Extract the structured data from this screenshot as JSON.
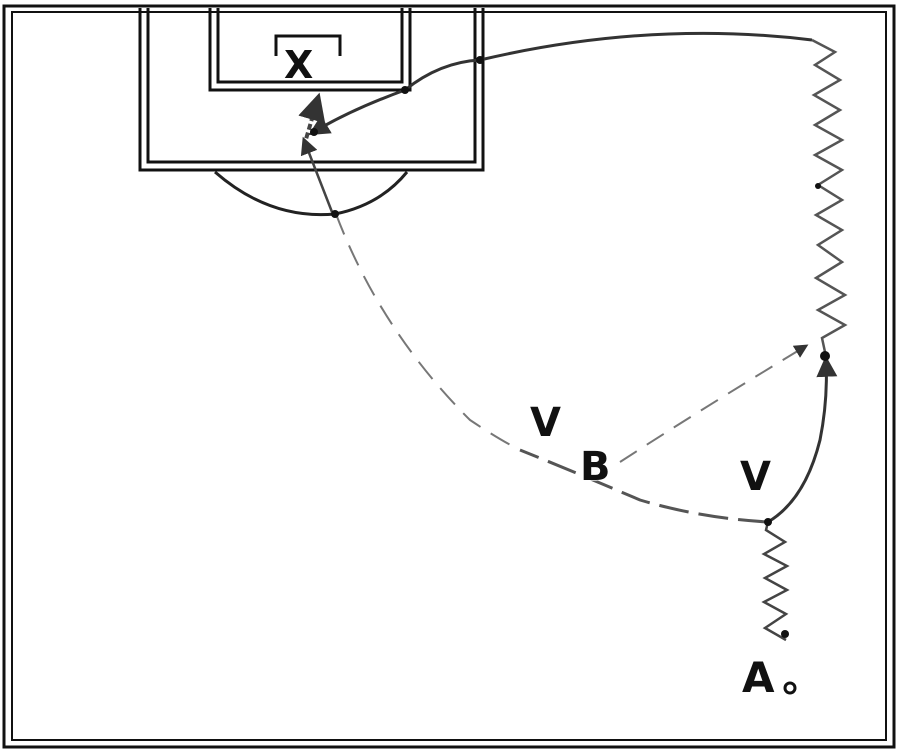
{
  "diagram": {
    "labels": {
      "x_player": "X",
      "a_player": "A",
      "b_player": "B",
      "v_mark_left": "V",
      "v_mark_right": "V"
    },
    "colors": {
      "court_lines": "#111111",
      "paths": "#444444",
      "pass_dashes": "#666666",
      "background": "#ffffff"
    }
  }
}
